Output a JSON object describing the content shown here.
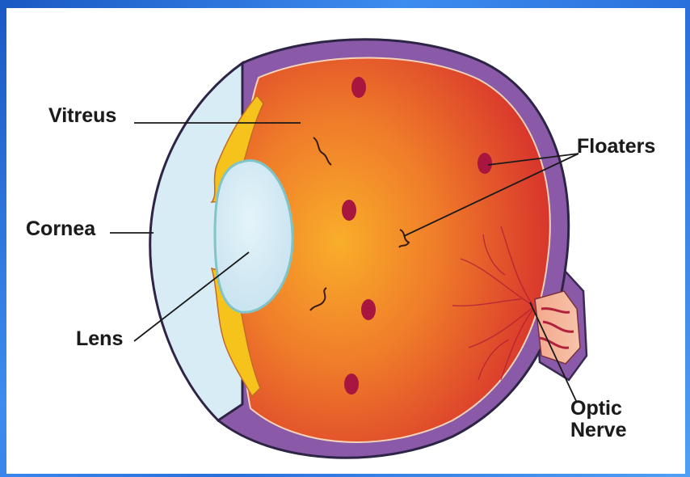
{
  "labels": {
    "vitreus": "Vitreus",
    "cornea": "Cornea",
    "lens": "Lens",
    "floaters": "Floaters",
    "optic_nerve_line1": "Optic",
    "optic_nerve_line2": "Nerve"
  },
  "colors": {
    "background_blue": "#2a6fdc",
    "sclera_purple": "#8a5aa8",
    "vitreous_center": "#f7a428",
    "vitreous_edge": "#d8322c",
    "lens_fill": "#cfe8f2",
    "iris_yellow": "#f6c21c",
    "floater_spot": "#a8163f",
    "nerve_fill": "#f4b59a"
  }
}
